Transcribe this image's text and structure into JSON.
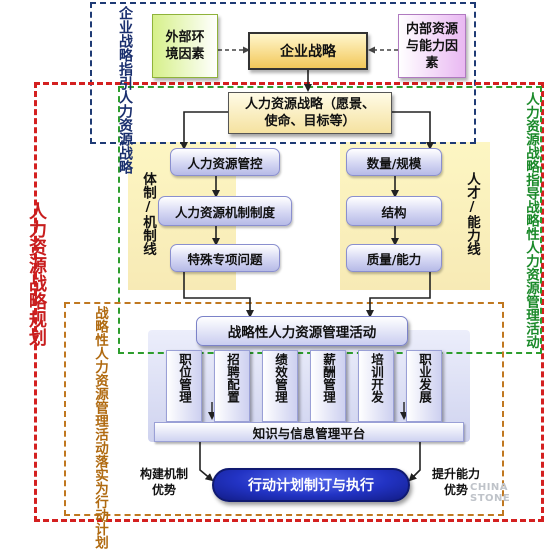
{
  "guide": {
    "strategy_guides_hr": "企业战略指引人力资源战略",
    "hr_strategy_planning": "人力资源战略规划",
    "hr_guides_activities": "人力资源战略指导战略性人力资源管理活动",
    "activities_to_plans": "战略性人力资源管理活动落实为行动计划"
  },
  "top": {
    "external": "外部环境因素",
    "enterprise_strategy": "企业战略",
    "internal": "内部资源与能力因素"
  },
  "hr_strategy": {
    "line1": "人力资源战略（愿景、",
    "line2": "使命、目标等）"
  },
  "left_line": {
    "label": "体制/机制线",
    "items": [
      "人力资源管控",
      "人力资源机制制度",
      "特殊专项问题"
    ]
  },
  "right_line": {
    "label": "人才/能力线",
    "items": [
      "数量/规模",
      "结构",
      "质量/能力"
    ]
  },
  "activities": {
    "title": "战略性人力资源管理活动",
    "columns": [
      "职位管理",
      "招聘配置",
      "绩效管理",
      "薪酬管理",
      "培训开发",
      "职业发展"
    ],
    "platform": "知识与信息管理平台"
  },
  "bottom": {
    "left_advantage": "构建机制优势",
    "right_advantage": "提升能力优势",
    "action": "行动计划制订与执行"
  },
  "watermark": "CHINA STONE",
  "colors": {
    "red_dashed": "#d42020",
    "navy_dashed": "#1f3b75",
    "green_dashed": "#2e9e2e",
    "orange_dashed": "#c07820",
    "guide_navy": "#1a2f6e",
    "guide_green": "#1b8a2a",
    "guide_red": "#c81e1e",
    "guide_orange": "#b06a10",
    "panel_yellow": "#fdf6c3",
    "panel_blue": "#dfe2f6",
    "oval_blue": "#1f2fb8"
  }
}
